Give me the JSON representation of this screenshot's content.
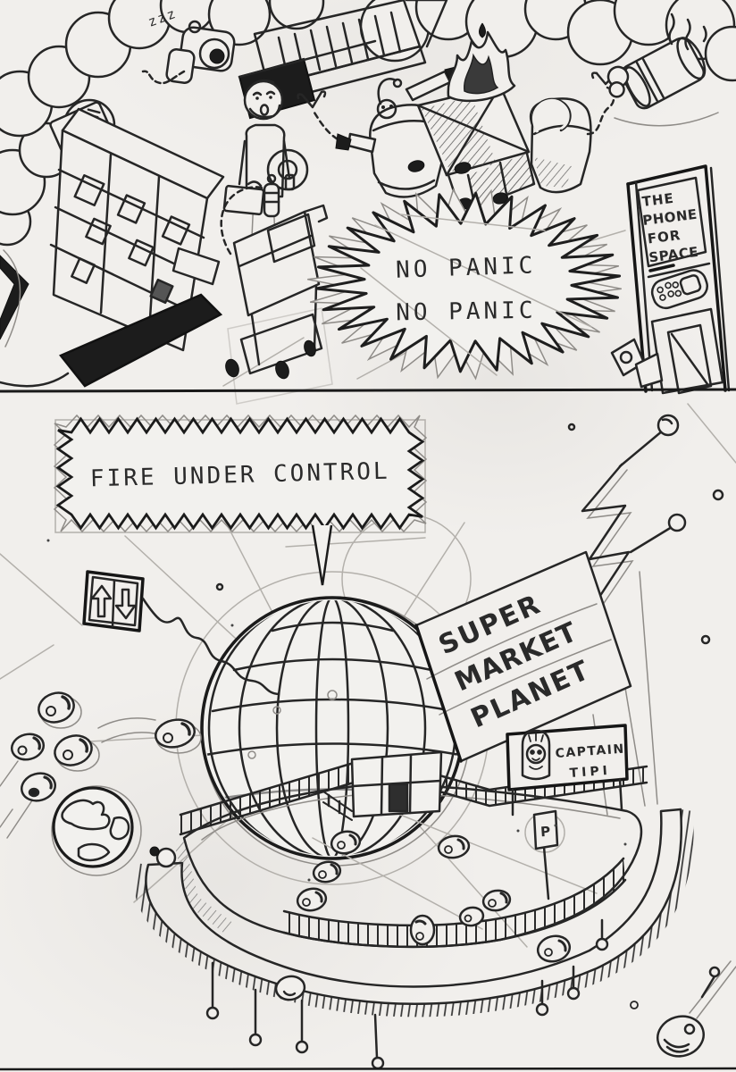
{
  "page": {
    "type": "pencil comic page, two panels",
    "paper_color": "#f1efec",
    "ink_color": "#262626",
    "pencil_color": "#b3b0ab"
  },
  "panel1": {
    "no_panic_bubble": {
      "line1": "NO PANIC",
      "line2": "NO PANIC"
    },
    "phone_sign": {
      "line1": "THE",
      "line2": "PHONE",
      "line3": "FOR",
      "line4": "SPACE"
    },
    "sleep_text": "zzz"
  },
  "panel2": {
    "control_bubble": {
      "text": "FIRE UNDER CONTROL"
    },
    "market_sign": {
      "line1": "SUPER",
      "line2": "MARKET",
      "line3": "PLANET"
    },
    "billboard": {
      "line1": "CAPTAIN",
      "line2": "TIPI"
    },
    "parking_sign_letter": "P"
  }
}
